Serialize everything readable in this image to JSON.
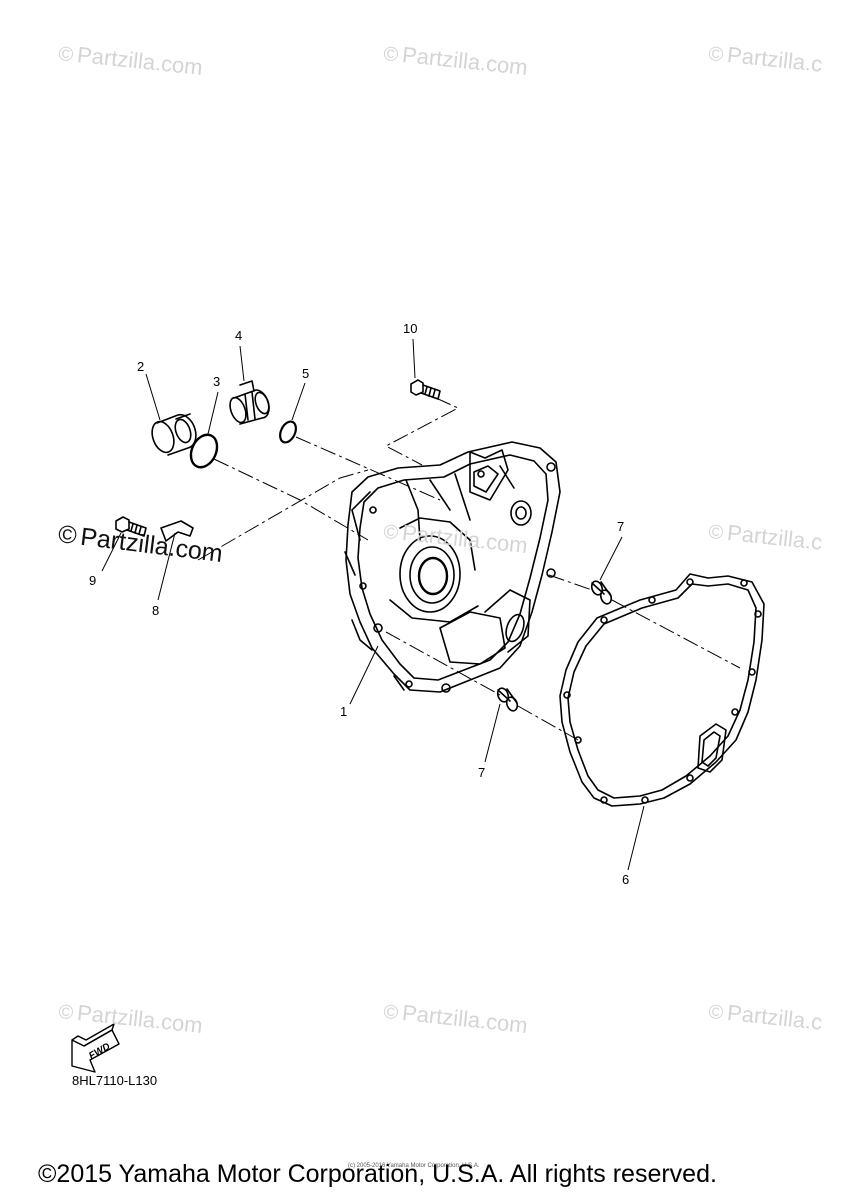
{
  "watermark": {
    "symbol": "©",
    "text": "Partzilla.com",
    "text_partial": "Partzilla.c"
  },
  "callouts": [
    "1",
    "2",
    "3",
    "4",
    "5",
    "6",
    "7",
    "7",
    "8",
    "9",
    "10"
  ],
  "fwd_label": "FWD",
  "diagram_code": "8HL7110-L130",
  "fine_print": "(c) 2005-2016 Yamaha Motor Corporation, U.S.A.",
  "copyright": "©2015 Yamaha Motor Corporation, U.S.A. All rights reserved."
}
